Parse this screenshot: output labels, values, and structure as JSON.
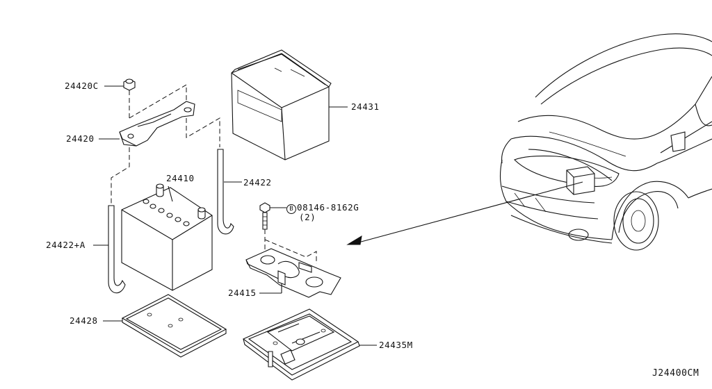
{
  "diagram_code": "J24400CM",
  "parts": {
    "p24420c": "24420C",
    "p24420": "24420",
    "p24410": "24410",
    "p24431": "24431",
    "p24422": "24422",
    "p24422a": "24422+A",
    "p24415": "24415",
    "p24428": "24428",
    "p24435m": "24435M",
    "bolt_symbol": "B",
    "bolt_number": "08146-8162G",
    "bolt_qty": "(2)"
  }
}
